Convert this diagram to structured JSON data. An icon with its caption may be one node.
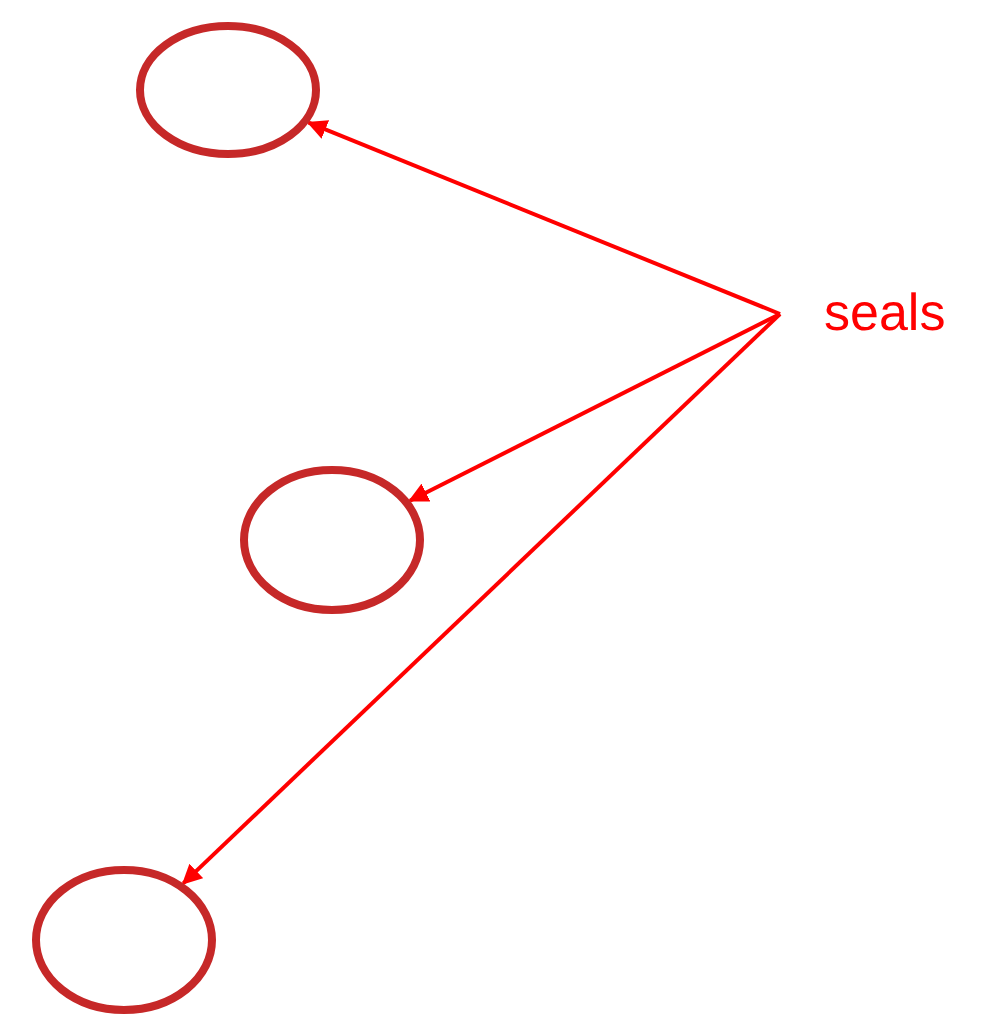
{
  "diagram": {
    "nodes": [
      {
        "text": [],
        "shape": "circle"
      },
      {
        "text": [
          "seals"
        ]
      },
      {
        "text": [],
        "shape": "circle"
      },
      {
        "text": [],
        "shape": "circle"
      }
    ],
    "edges": [
      {
        "from": 1,
        "to": 0,
        "arrow": "to"
      },
      {
        "from": 1,
        "to": 2,
        "arrow": "to"
      },
      {
        "from": 1,
        "to": 3,
        "arrow": "to"
      }
    ]
  }
}
